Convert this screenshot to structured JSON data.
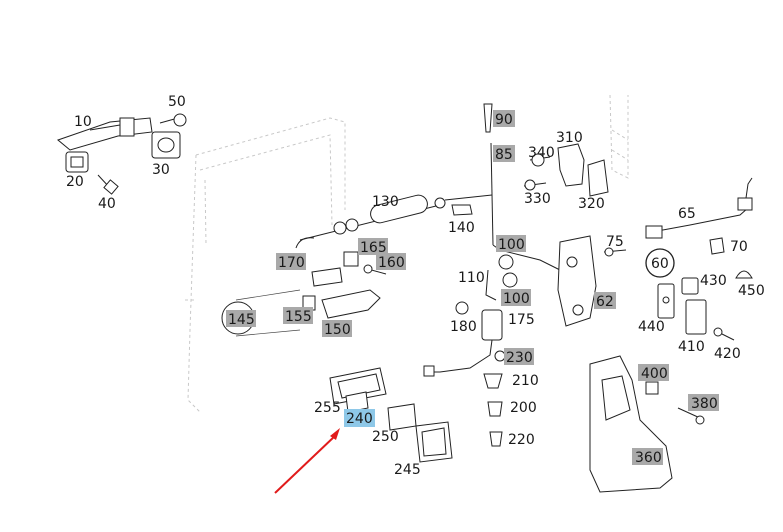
{
  "diagram": {
    "highlight_color": "#8ec8e8",
    "tag_color": "#a9a9a9",
    "arrow_color": "#e11b1b",
    "highlighted_part": "240",
    "parts": {
      "p10": "10",
      "p20": "20",
      "p30": "30",
      "p40": "40",
      "p50": "50",
      "p60": "60",
      "p62": "62",
      "p65": "65",
      "p70": "70",
      "p75": "75",
      "p85": "85",
      "p90": "90",
      "p100a": "100",
      "p100b": "100",
      "p110": "110",
      "p130": "130",
      "p140": "140",
      "p145": "145",
      "p150": "150",
      "p155": "155",
      "p160": "160",
      "p165": "165",
      "p170": "170",
      "p175": "175",
      "p180": "180",
      "p200": "200",
      "p210": "210",
      "p220": "220",
      "p230": "230",
      "p240": "240",
      "p245": "245",
      "p250": "250",
      "p255": "255",
      "p310": "310",
      "p320": "320",
      "p330": "330",
      "p340": "340",
      "p360": "360",
      "p380": "380",
      "p400": "400",
      "p410": "410",
      "p420": "420",
      "p430": "430",
      "p440": "440",
      "p450": "450"
    }
  }
}
